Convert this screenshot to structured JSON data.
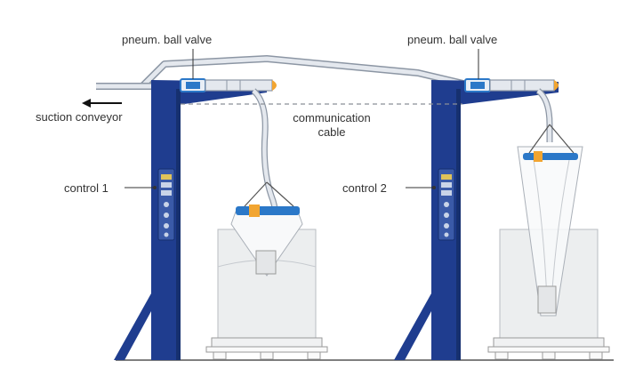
{
  "labels": {
    "valve_left": "pneum. ball valve",
    "valve_right": "pneum. ball valve",
    "suction": "suction conveyor",
    "comm_line1": "communication",
    "comm_line2": "cable",
    "control1": "control 1",
    "control2": "control 2"
  },
  "colors": {
    "frame_blue": "#1f3d8f",
    "frame_dark": "#16306f",
    "pipe_fill": "#e4e8ee",
    "pipe_stroke": "#8c96a4",
    "valve_blue": "#2b78c8",
    "orange": "#f2a531",
    "box_fill": "#f0f1f2",
    "box_stroke": "#b8bcc2"
  },
  "icons": {
    "arrow": "arrow-left-icon"
  }
}
